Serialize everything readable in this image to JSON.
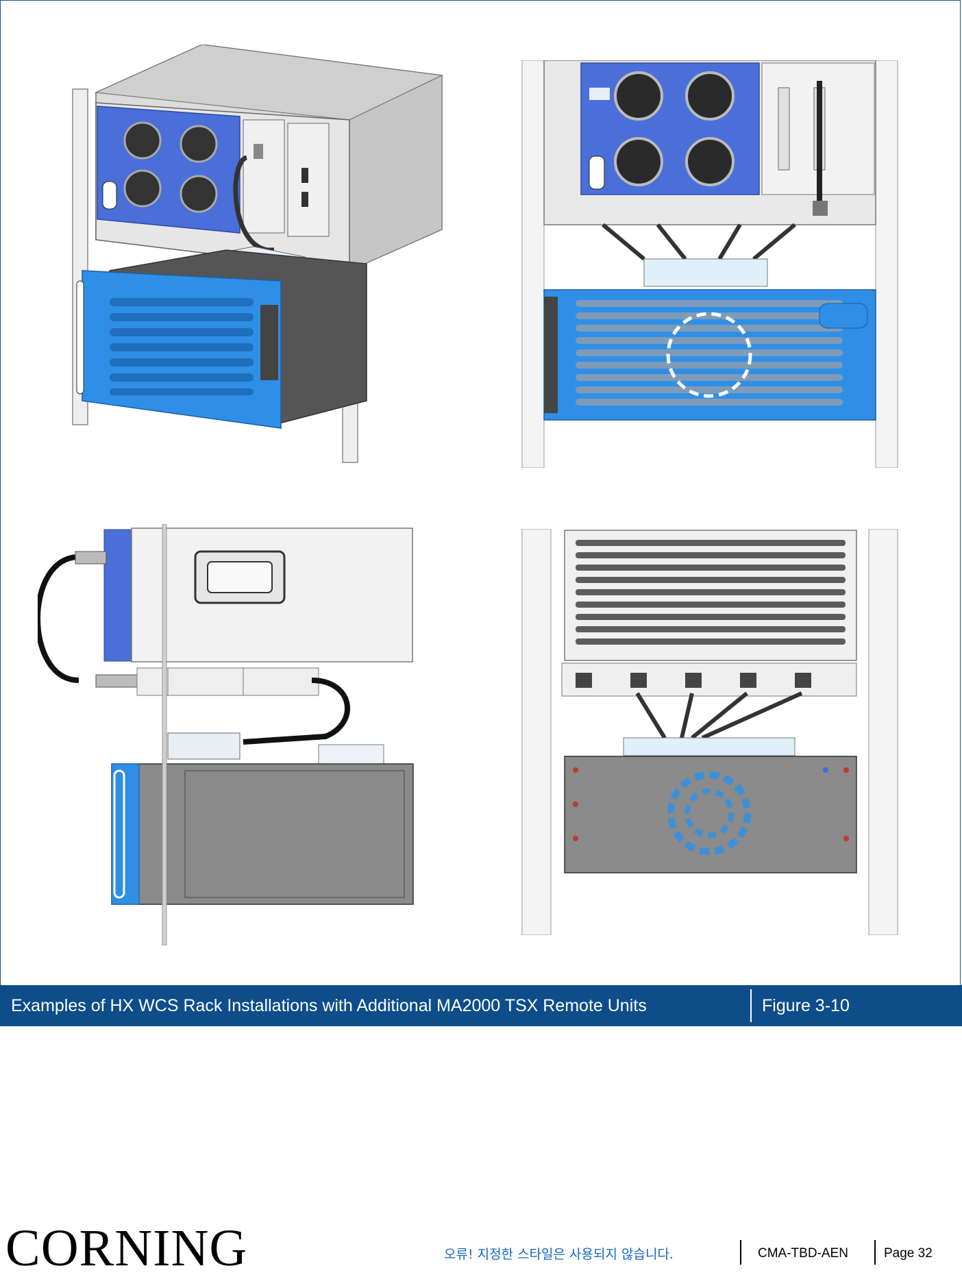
{
  "figure": {
    "caption": "Examples of HX WCS Rack Installations with Additional MA2000 TSX  Remote Units",
    "number": "Figure 3-10",
    "illustrations": [
      {
        "id": "isometric-view"
      },
      {
        "id": "front-view"
      },
      {
        "id": "side-view"
      },
      {
        "id": "rear-view"
      }
    ],
    "colors": {
      "unit_blue": "#4a6fd8",
      "tsx_blue": "#2f8fe6",
      "rack_grey": "#d9d9d9",
      "chassis_grey": "#8a8a8a",
      "caption_bar": "#0e4d8a"
    }
  },
  "footer": {
    "logo": "CORNING",
    "error_text": "오류! 지정한 스타일은 사용되지 않습니다.",
    "doc_code": "CMA-TBD-AEN",
    "page": "Page 32"
  }
}
